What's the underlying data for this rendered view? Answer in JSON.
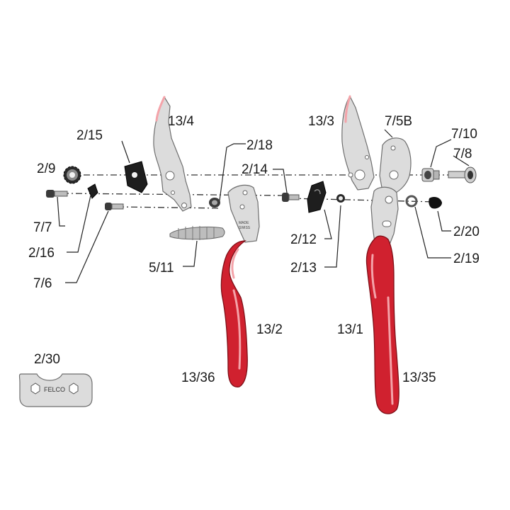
{
  "labels": {
    "p13_4": "13/4",
    "p2_15": "2/15",
    "p2_9": "2/9",
    "p7_7": "7/7",
    "p2_16": "2/16",
    "p7_6": "7/6",
    "p2_18": "2/18",
    "p2_14": "2/14",
    "p5_11": "5/11",
    "p13_2": "13/2",
    "p13_36": "13/36",
    "p13_3": "13/3",
    "p7_5B": "7/5B",
    "p7_10": "7/10",
    "p7_8": "7/8",
    "p2_12": "2/12",
    "p2_13": "2/13",
    "p2_20": "2/20",
    "p2_19": "2/19",
    "p13_1": "13/1",
    "p13_35": "13/35",
    "p2_30": "2/30"
  },
  "tool_text": "FELCO",
  "colors": {
    "handle_red": "#d0212f",
    "metal": "#dcdcdc",
    "black_parts": "#1e1e1e"
  }
}
